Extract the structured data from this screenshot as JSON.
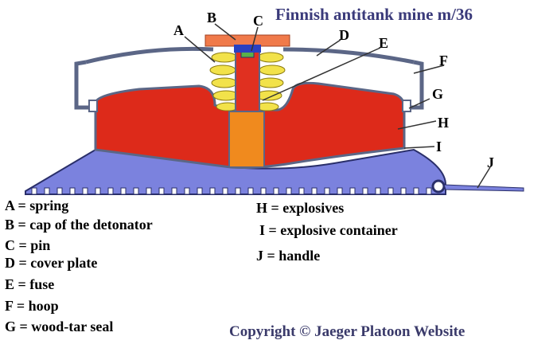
{
  "title": "Finnish antitank mine m/36",
  "copyright": "Copyright © Jaeger Platoon Website",
  "callouts": [
    "A",
    "B",
    "C",
    "D",
    "E",
    "F",
    "G",
    "H",
    "I",
    "J"
  ],
  "legend_left": [
    "A = spring",
    "B = cap of the detonator",
    "C = pin",
    "D = cover plate",
    "E = fuse",
    "F = hoop",
    "G = wood-tar seal"
  ],
  "legend_right": [
    "H = explosives",
    "I = explosive container",
    "J = handle"
  ],
  "colors": {
    "explosives": "#dd2a1a",
    "base": "#7b82de",
    "cap": "#f07a4a",
    "spring": "#f2e24a",
    "fuse": "#f08a1e",
    "metal": "#5b6686"
  }
}
